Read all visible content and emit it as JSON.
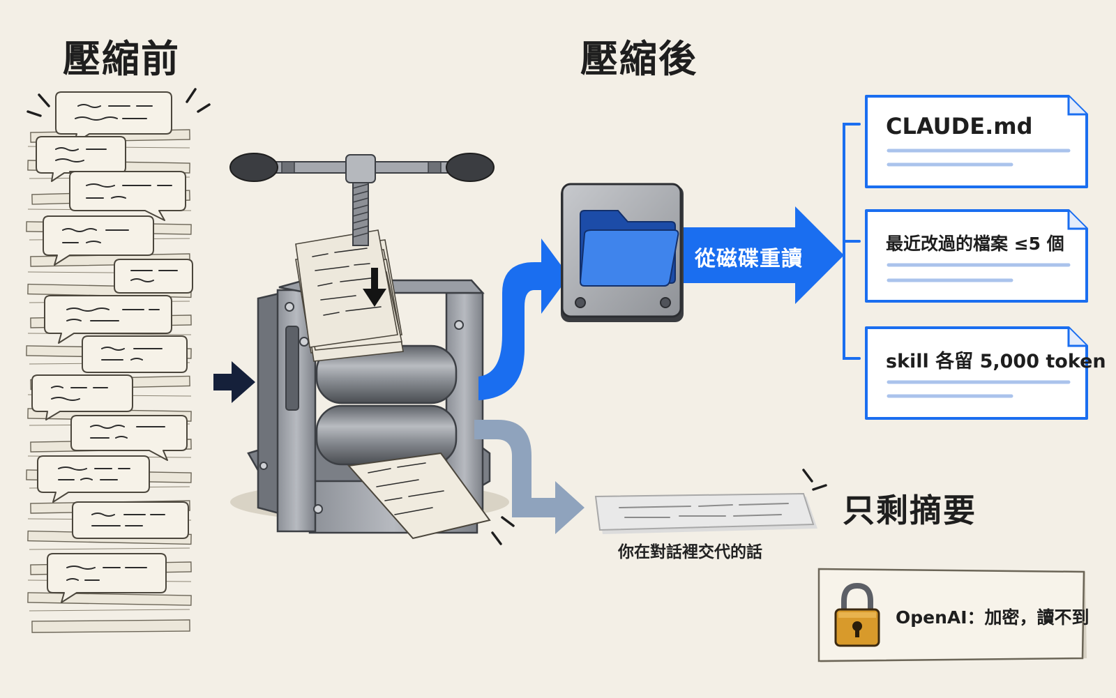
{
  "headings": {
    "before": "壓縮前",
    "after": "壓縮後"
  },
  "reread": {
    "label": "從磁碟重讀"
  },
  "files": [
    {
      "label": "CLAUDE.md"
    },
    {
      "label": "最近改過的檔案 ≤5 個"
    },
    {
      "label": "skill 各留 5,000 token"
    }
  ],
  "summary": {
    "title": "只剩摘要",
    "caption": "你在對話裡交代的話"
  },
  "note": {
    "text": "OpenAI：加密，讀不到"
  },
  "colors": {
    "background": "#f3efe6",
    "accent_blue": "#1a6ef0",
    "summary_arrow": "#8fa3bd",
    "ink": "#1e1e1e"
  },
  "icons": [
    "folder-icon",
    "disk-icon",
    "lock-icon",
    "arrow-right-icon",
    "press-icon"
  ]
}
